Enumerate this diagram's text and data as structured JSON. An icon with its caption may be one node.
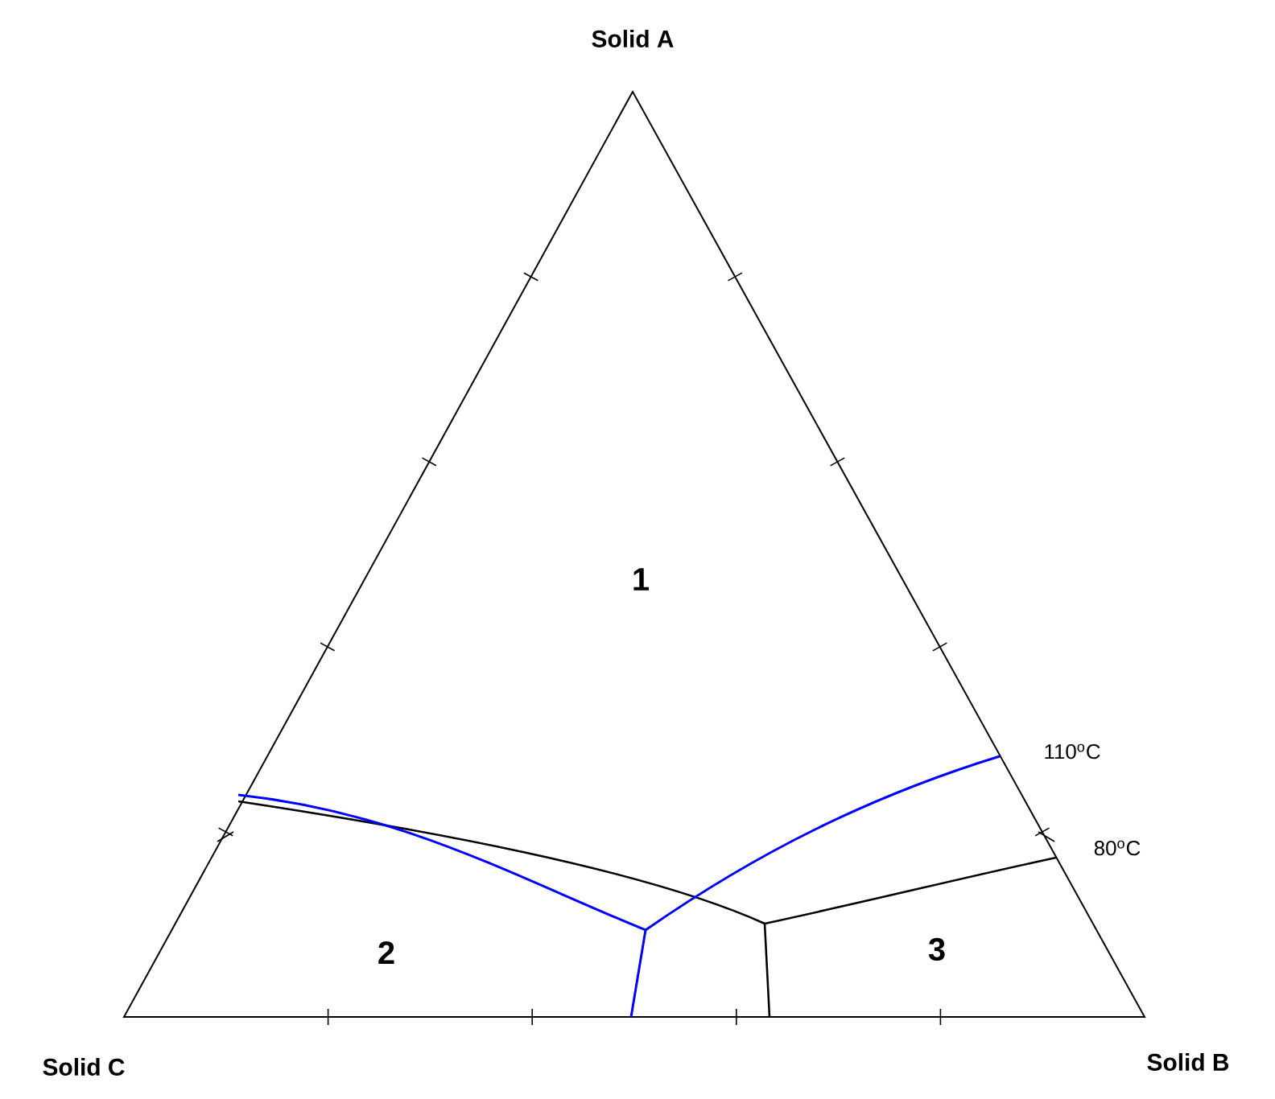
{
  "diagram": {
    "labels": [
      "Solid A",
      "1",
      "110$^{o}$C",
      "80$^{o}$C",
      "2",
      "3",
      "Solid C",
      "Solid B"
    ]
  }
}
